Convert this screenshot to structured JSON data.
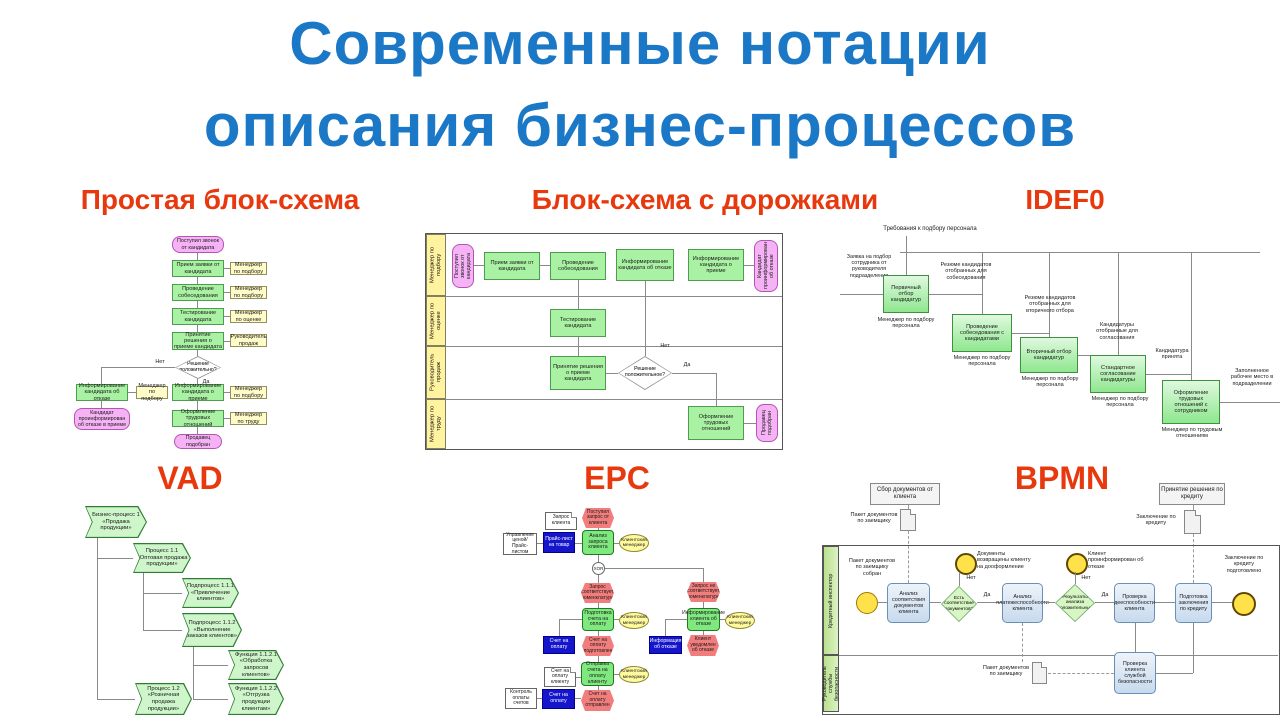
{
  "title": {
    "line1": "Современные нотации",
    "line2": "описания бизнес-процессов"
  },
  "headers": {
    "flowchart": "Простая блок-схема",
    "swimlane": "Блок-схема с дорожками",
    "idef0": "IDEF0",
    "vad": "VAD",
    "epc": "EPC",
    "bpmn": "BPMN"
  },
  "colors": {
    "title_blue": "#1B78C6",
    "header_red": "#E8380D"
  },
  "flowchart": {
    "start": "Поступил звонок от кандидата",
    "rows": [
      {
        "task": "Прием заявки от кандидата",
        "role": "Менеджер по подбору"
      },
      {
        "task": "Проведение собеседования",
        "role": "Менеджер по подбору"
      },
      {
        "task": "Тестирование кандидата",
        "role": "Менеджер по оценке"
      },
      {
        "task": "Принятие решения о приеме кандидата",
        "role": "Руководитель продаж"
      },
      {
        "task": "Информирование кандидата о приеме",
        "role": "Менеджер по подбору"
      },
      {
        "task": "Оформление трудовых отношений",
        "role": "Менеджер по труду"
      }
    ],
    "decision": "Решение положительно?",
    "label_no": "Нет",
    "label_yes": "Да",
    "reject_task": "Информирование кандидата об отказе",
    "reject_role": "Менеджер по подбору",
    "reject_end": "Кандидат проинформирован об отказе в приеме",
    "end": "Продавец подобран"
  },
  "swimlane": {
    "lanes": [
      "Менеджер по подбору",
      "Менеджер по оценке",
      "Руководитель продаж",
      "Менеджер по труду"
    ],
    "start": "Поступил звонок от кандидата",
    "receive": "Прием заявки от кандидата",
    "interview": "Проведение собеседования",
    "inform_reject": "Информирование кандидата об отказе",
    "inform_accept": "Информирование кандидата о приеме",
    "end_reject": "Кандидат проинформирован об отказе",
    "testing": "Тестирование кандидата",
    "decide": "Принятие решения о приеме кандидата",
    "decision": "Решение положительное?",
    "label_no": "Нет",
    "label_yes": "Да",
    "contract": "Оформление трудовых отношений",
    "end_ok": "Продавец подобран"
  },
  "idef0": {
    "control": "Требования к подбору персонала",
    "input": "Заявка на подбор сотрудника от руководителя подразделения",
    "boxes": [
      "Первичный отбор кандидатур",
      "Проведение собеседования с кандидатами",
      "Вторичный отбор кандидатур",
      "Стандартное согласование кандидатуры",
      "Оформление трудовых отношений с сотрудником"
    ],
    "mechanisms": [
      "Менеджер по подбору персонала",
      "Менеджер по подбору персонала",
      "Менеджер по подбору персонала",
      "Менеджер по подбору персонала",
      "Менеджер по трудовым отношениям"
    ],
    "flows": [
      "Резюме кандидатов отобранных для собеседования",
      "Резюме кандидатов отобранных для вторичного отбора",
      "Кандидатуры отобранные для согласования",
      "Кандидатура принята"
    ],
    "output": "Заполненное рабочее место в подразделении"
  },
  "vad": {
    "nodes": [
      "Бизнес-процесс 1 «Продажа продукции»",
      "Процесс 1.1 «Оптовая продажа продукции»",
      "Подпроцесс 1.1.1 «Привлечение клиентов»",
      "Подпроцесс 1.1.2 «Выполнение заказов клиентов»",
      "Функция 1.1.2.1 «Обработка запросов клиентов»",
      "Функция 1.1.2.2 «Отгрузка продукции клиентам»",
      "Процесс 1.2 «Розничная продажа продукции»"
    ]
  },
  "epc": {
    "doc_request": "Запрос клиента",
    "ev_request": "Поступил запрос от клиента",
    "src_price": "Управление ценой/Прайс-листом",
    "db_price": "Прайс-лист на товар",
    "fn_analyze": "Анализ запроса клиента",
    "role": "Клиентский менеджер",
    "xor": "XOR",
    "ev_match": "Запрос соответствует номенклатуре",
    "ev_nomatch": "Запрос не соответствует номенклатуре",
    "fn_invoice": "Подготовка счета на оплату",
    "fn_reject": "Информирование клиента об отказе",
    "db_invoice": "Счет на оплату",
    "ev_invoice_ready": "Счет на оплату подготовлен",
    "db_reject": "Информация об отказе",
    "ev_rejected": "Клиент уведомлен об отказе",
    "fn_send": "Отправка счета на оплату клиенту",
    "doc_invoice": "Счет на оплату клиенту",
    "src_control": "Контроль оплаты счетов",
    "db_invoice2": "Счет на оплату",
    "ev_sent": "Счет на оплату отправлен"
  },
  "bpmn": {
    "ann_collect": "Сбор документов от клиента",
    "doc_pack": "Пакет документов по заемщику",
    "ann_decide": "Принятие решения по кредиту",
    "doc_conclusion": "Заключение по кредиту",
    "lanes": [
      "Кредитный инспектор",
      "Руководитель службы безопасности"
    ],
    "start_label": "Пакет документов по заемщику собран",
    "task_check_docs": "Анализ соответствия документов клиента",
    "gw_docs": "Есть соответствие документов?",
    "end_return": "Документы возвращены клиенту на дооформление",
    "task_solvency": "Анализ платежеспособности клиента",
    "gw_results": "Результаты анализа положительны?",
    "end_refuse": "Клиент проинформирован об отказе",
    "task_capacity": "Проверка дееспособности клиента",
    "task_prepare": "Подготовка заключения по кредиту",
    "end_done": "Заключение по кредиту подготовлено",
    "doc_pack2": "Пакет документов по заемщику",
    "task_security": "Проверка клиента службой безопасности",
    "label_no": "Нет",
    "label_yes": "Да"
  }
}
